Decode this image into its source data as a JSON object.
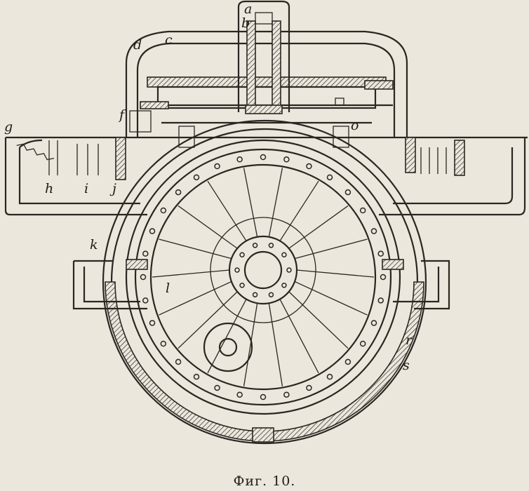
{
  "figure": {
    "caption": "Фиг. 10.",
    "labels": {
      "a": "a",
      "b": "b",
      "c": "c",
      "d": "d",
      "f": "f",
      "o": "o",
      "g": "g",
      "h": "h",
      "i": "i",
      "j": "j",
      "k": "k",
      "l": "l",
      "r": "r",
      "s": "s"
    },
    "colors": {
      "paper": "#ebe7dc",
      "ink": "#2a2622"
    }
  }
}
